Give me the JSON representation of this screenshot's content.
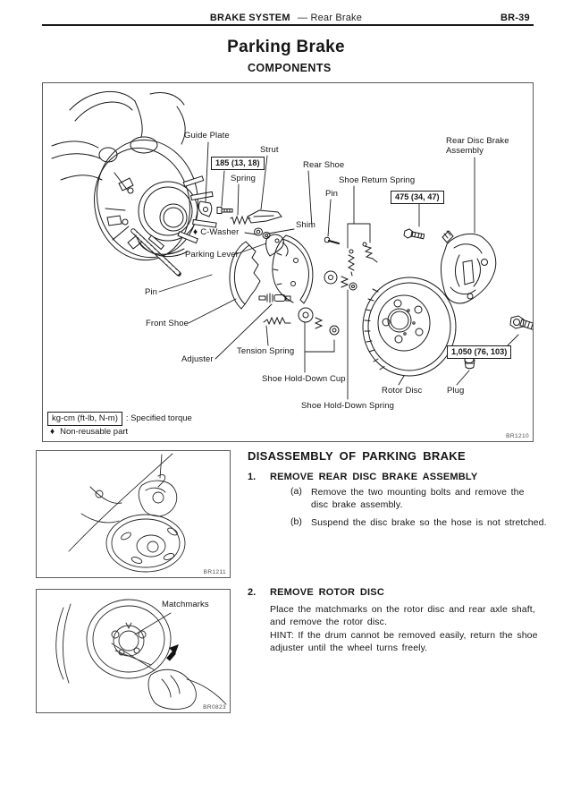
{
  "header": {
    "section_bold": "BRAKE SYSTEM",
    "section_rest": "— Rear Brake",
    "page_number": "BR-39"
  },
  "title": "Parking Brake",
  "components_heading": "COMPONENTS",
  "components_figure": {
    "labels": {
      "guide_plate": "Guide Plate",
      "strut": "Strut",
      "spring": "Spring",
      "rear_shoe": "Rear Shoe",
      "shoe_return_spring": "Shoe Return Spring",
      "pin_upper": "Pin",
      "rear_disc_brake_assembly_line1": "Rear Disc Brake",
      "rear_disc_brake_assembly_line2": "Assembly",
      "shim": "Shim",
      "c_washer_symbol": "♦",
      "c_washer": "C-Washer",
      "parking_lever": "Parking Lever",
      "pin_lower": "Pin",
      "front_shoe": "Front Shoe",
      "adjuster": "Adjuster",
      "tension_spring": "Tension Spring",
      "shoe_hold_down_cup": "Shoe Hold-Down Cup",
      "shoe_hold_down_spring": "Shoe Hold-Down Spring",
      "rotor_disc": "Rotor Disc",
      "plug": "Plug"
    },
    "torques": {
      "upper_left": "185 (13,  18)",
      "upper_right": "475 (34,  47)",
      "lower_right": "1,050 (76,  103)"
    },
    "legend": {
      "torque_unit": "kg-cm (ft-lb, N-m)",
      "torque_desc": ":  Specified torque",
      "nonreusable_symbol": "♦",
      "nonreusable_text": "Non-reusable part"
    },
    "figure_code": "BR1210"
  },
  "disassembly": {
    "heading": "DISASSEMBLY OF PARKING BRAKE",
    "steps": [
      {
        "number": "1.",
        "title": "REMOVE REAR DISC BRAKE ASSEMBLY",
        "substeps": [
          {
            "label": "(a)",
            "text": "Remove the two mounting bolts and remove the disc brake assembly."
          },
          {
            "label": "(b)",
            "text": "Suspend the disc brake so the hose is not stretched."
          }
        ],
        "figure_code": "BR1211"
      },
      {
        "number": "2.",
        "title": "REMOVE ROTOR DISC",
        "paragraphs": [
          "Place the matchmarks on the rotor disc and rear axle shaft, and remove the rotor disc.",
          "HINT:   If the drum cannot be removed easily, return the shoe adjuster until the wheel turns freely."
        ],
        "figure_label": "Matchmarks",
        "figure_code": "BR0823"
      }
    ]
  }
}
